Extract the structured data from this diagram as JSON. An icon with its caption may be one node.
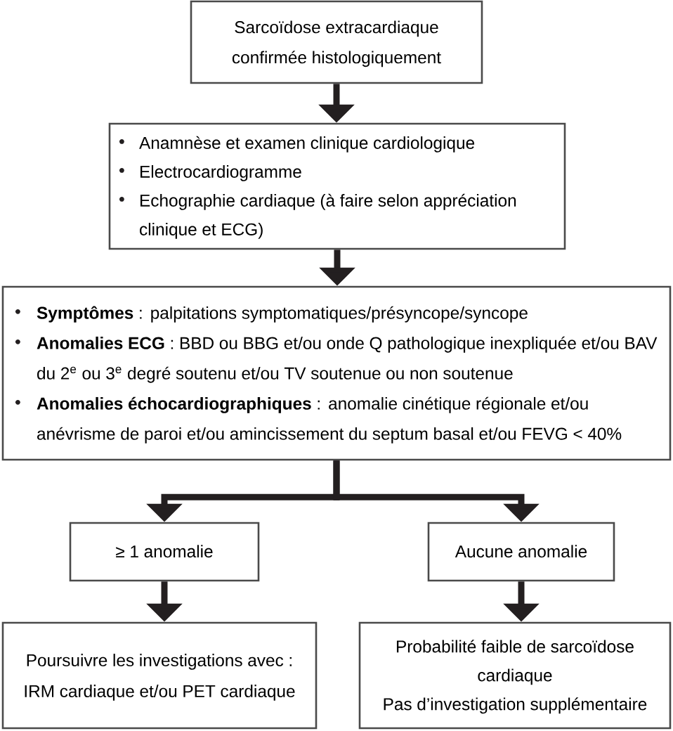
{
  "diagram": {
    "nodes": [
      {
        "text": [
          "Sarcoïdose extracardiaque confirmée histologiquement"
        ]
      },
      {
        "text": [
          "Anamnèse et examen clinique cardiologique",
          "Electrocardiogramme",
          "Echographie cardiaque (à faire selon appréciation clinique et ECG)"
        ]
      },
      {
        "text": [
          "**Symptômes** : palpitations symptomatiques/présyncope/syncope",
          "**Anomalies ECG** : BBD ou BBG et/ou onde Q pathologique inexpliquée et/ou BAV du 2$^{e}$ ou 3$^{e}$ degré soutenu et/ou TV soutenue ou non soutenue",
          "**Anomalies échocardiographiques** : anomalie cinétique régionale et/ou anévrisme de paroi et/ou amincissement du septum basal et/ou FEVG < 40%"
        ]
      },
      {
        "text": [
          "≥ 1 anomalie"
        ]
      },
      {
        "text": [
          "Aucune anomalie"
        ]
      },
      {
        "text": [
          "Poursuivre les investigations avec :",
          "IRM cardiaque et/ou PET cardiaque"
        ]
      },
      {
        "text": [
          "Probabilité faible de sarcoïdose cardiaque",
          "Pas d’investigation supplémentaire"
        ]
      }
    ],
    "edges": [
      {
        "from": 0,
        "to": 1,
        "arrow": "to"
      },
      {
        "from": 1,
        "to": 2,
        "arrow": "to"
      },
      {
        "from": 2,
        "to": 3,
        "arrow": "to"
      },
      {
        "from": 2,
        "to": 4,
        "arrow": "to"
      },
      {
        "from": 3,
        "to": 5,
        "arrow": "to"
      },
      {
        "from": 4,
        "to": 6,
        "arrow": "to"
      }
    ]
  }
}
